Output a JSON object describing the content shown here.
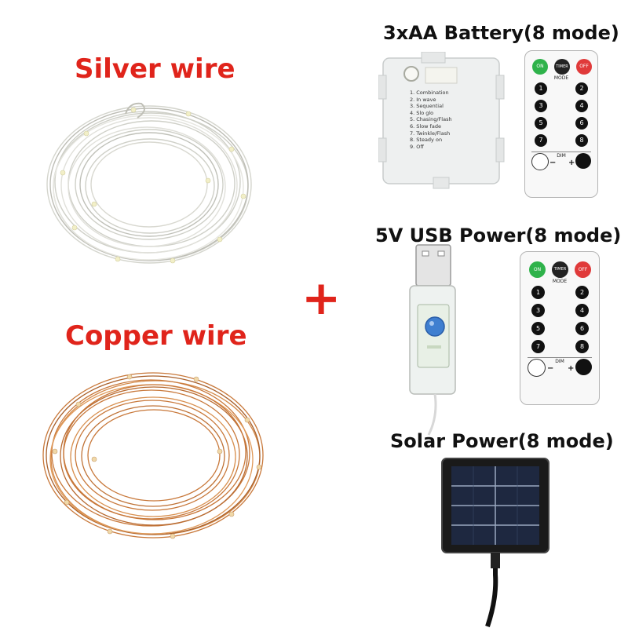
{
  "labels": {
    "silver": "Silver wire",
    "copper": "Copper wire",
    "plus": "+",
    "battery": "3xAA Battery(8 mode)",
    "usb": "5V USB Power(8 mode)",
    "solar": "Solar Power(8 mode)"
  },
  "battery_box": {
    "modes": [
      "1. Combination",
      "2. In wave",
      "3. Sequential",
      "4. Slo glo",
      "5. Chasing/Flash",
      "6. Slow fade",
      "7. Twinkle/Flash",
      "8. Steady on",
      "9. Off"
    ]
  },
  "remote": {
    "on": "ON",
    "timer": "TIMER",
    "off": "OFF",
    "mode": "MODE",
    "dim": "DIM",
    "minus": "−",
    "plus": "+",
    "numbers": [
      "1",
      "2",
      "3",
      "4",
      "5",
      "6",
      "7",
      "8"
    ]
  },
  "colors": {
    "heading_red": "#e0241b",
    "silver_wire": "#d8d8d0",
    "copper_wire": "#c8783a",
    "remote_on": "#2eb24a",
    "remote_timer": "#222222",
    "remote_off": "#e03a3a"
  }
}
